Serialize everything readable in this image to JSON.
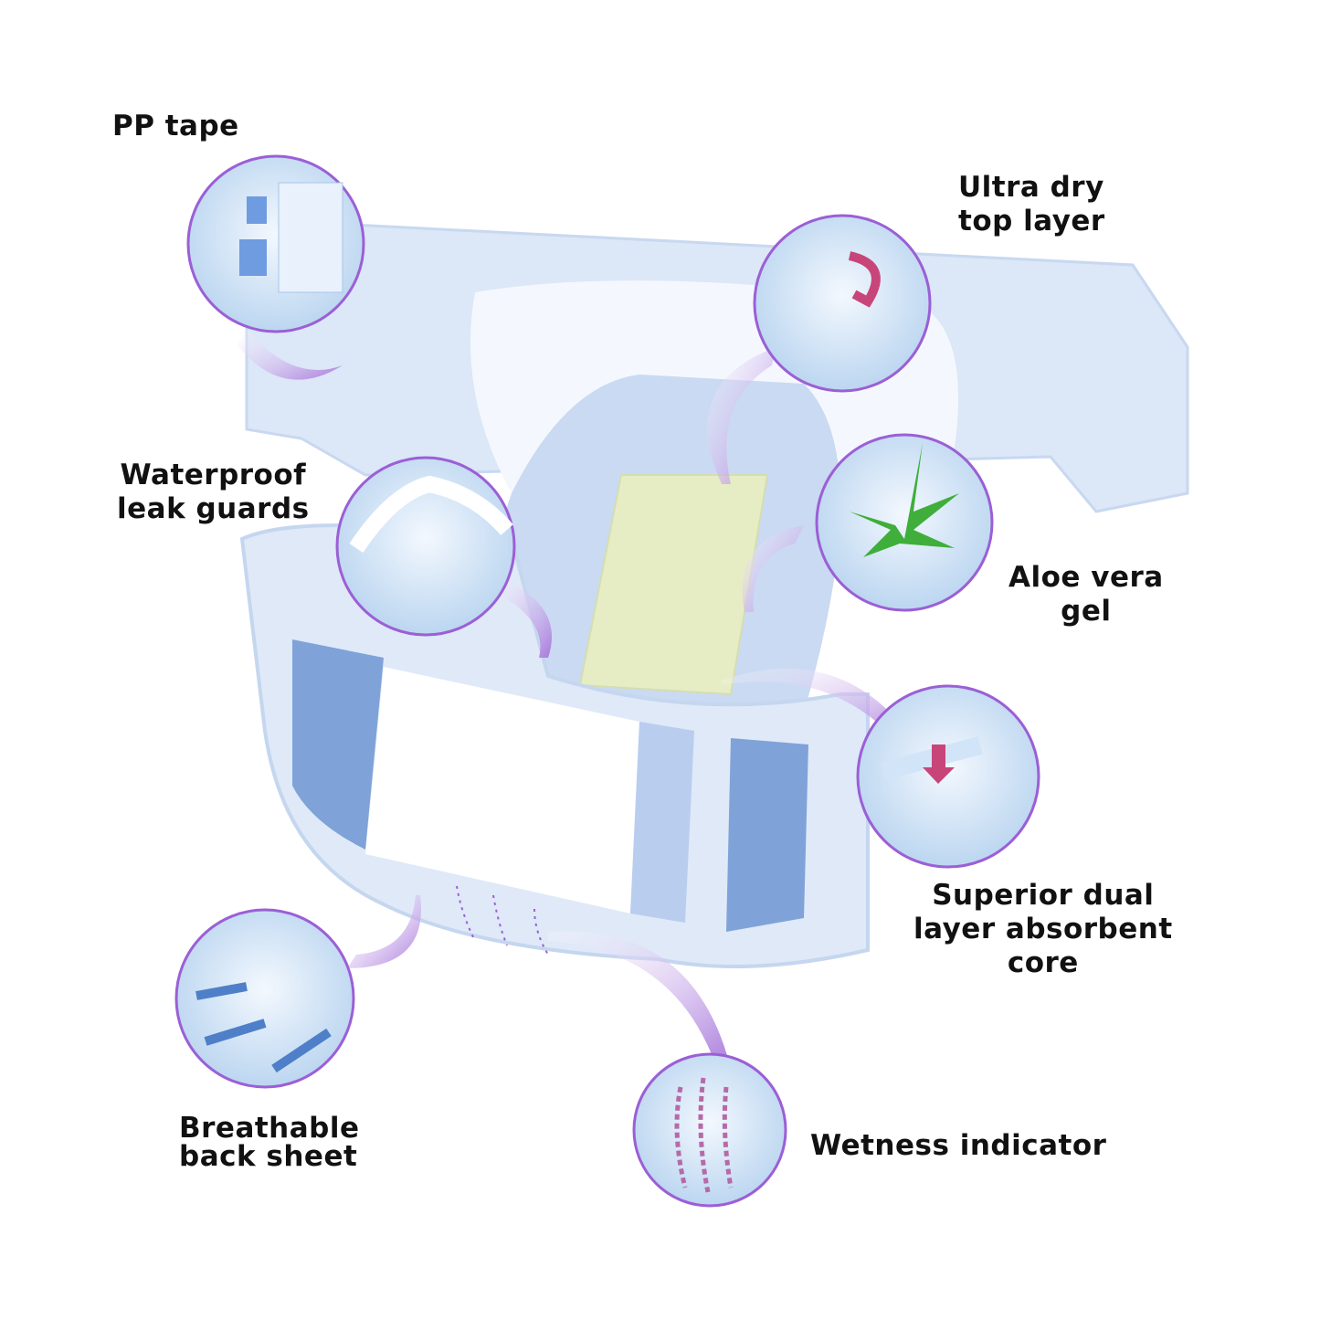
{
  "title": "Adult diaper features",
  "colors": {
    "ring": "#9b5fd6",
    "diaper_light": "#dfe9f8",
    "diaper_mid": "#b9cdee",
    "diaper_stripe": "#7fa3d8",
    "core": "#e6edc4",
    "arrow": "#b58be0"
  },
  "features": [
    {
      "id": "pp-tape",
      "lines": [
        "PP tape"
      ]
    },
    {
      "id": "ultra-dry-top-layer",
      "lines": [
        "Ultra dry",
        "top layer"
      ]
    },
    {
      "id": "waterproof-leak-guards",
      "lines": [
        "Waterproof",
        "leak guards"
      ]
    },
    {
      "id": "aloe-vera-gel",
      "lines": [
        "Aloe vera",
        "gel"
      ]
    },
    {
      "id": "superior-dual-layer-absorbent-core",
      "lines": [
        "Superior dual",
        "layer absorbent",
        "core"
      ]
    },
    {
      "id": "breathable-back-sheet",
      "lines": [
        "Breathable",
        "back sheet"
      ]
    },
    {
      "id": "wetness-indicator",
      "lines": [
        "Wetness indicator"
      ]
    }
  ]
}
